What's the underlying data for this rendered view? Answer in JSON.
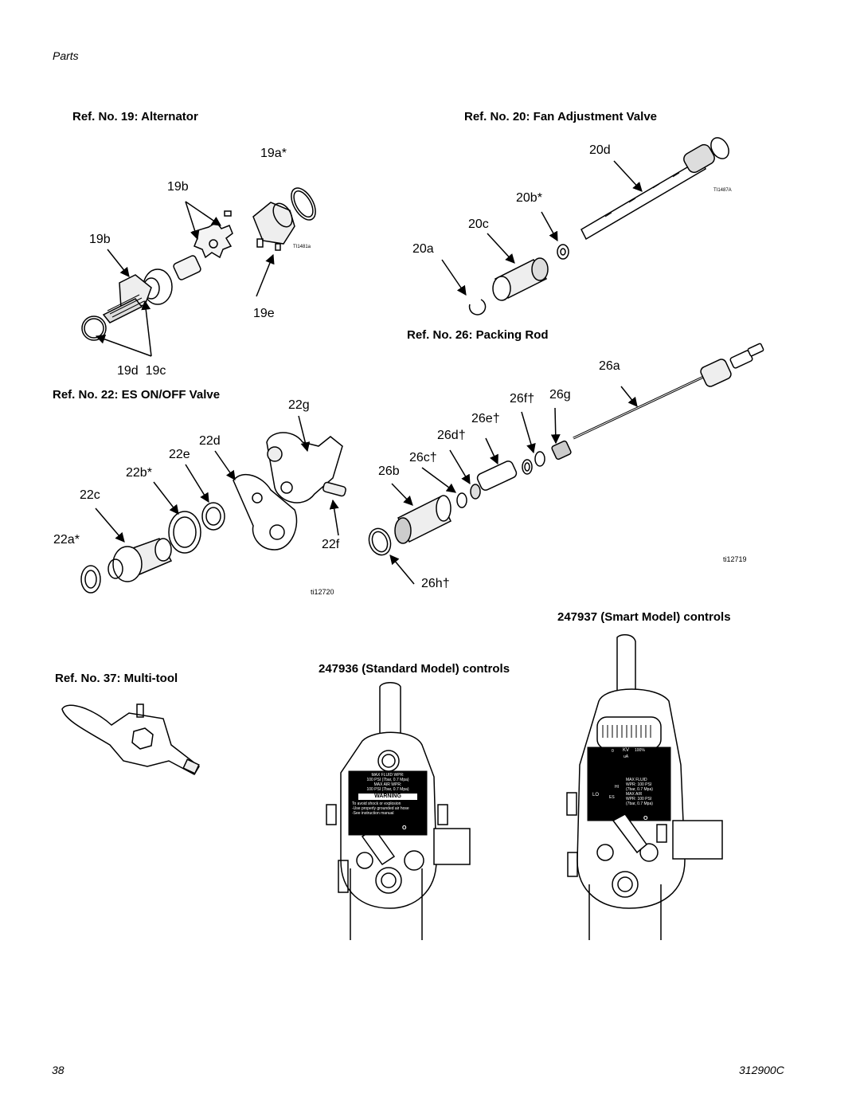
{
  "header": {
    "section": "Parts"
  },
  "sections": {
    "alternator": {
      "title": "Ref. No. 19: Alternator",
      "labels": {
        "19a": "19a*",
        "19b_upper": "19b",
        "19b_left": "19b",
        "19e": "19e",
        "19d_19c": "19d  19c"
      },
      "figure_id": "TI1481a"
    },
    "fan_valve": {
      "title": "Ref. No. 20: Fan Adjustment Valve",
      "labels": {
        "20d": "20d",
        "20b": "20b*",
        "20c": "20c",
        "20a": "20a"
      },
      "figure_id": "TI1487A"
    },
    "packing_rod": {
      "title": "Ref. No. 26: Packing Rod",
      "labels": {
        "26a": "26a",
        "26f": "26f†",
        "26g": "26g",
        "26e": "26e†",
        "26d": "26d†",
        "26c": "26c†",
        "26b": "26b",
        "26h": "26h†"
      },
      "figure_id": "ti12719"
    },
    "es_valve": {
      "title": "Ref. No. 22: ES ON/OFF Valve",
      "labels": {
        "22g": "22g",
        "22d": "22d",
        "22e": "22e",
        "22b": "22b*",
        "22c": "22c",
        "22a": "22a*",
        "22f": "22f"
      },
      "figure_id": "ti12720"
    },
    "smart_controls": {
      "title": "247937 (Smart Model) controls"
    },
    "standard_controls": {
      "title": "247936 (Standard Model) controls"
    },
    "multitool": {
      "title": "Ref. No. 37: Multi-tool"
    }
  },
  "panel_standard": {
    "line1": "MAX FLUID WPR:",
    "line2": "100 PSI (7bar, 0.7 Mpa)",
    "line3": "MAX AIR WPR:",
    "line4": "100 PSI (7bar, 0.7 Mpa)",
    "warning": "WARNING",
    "warn1": "To avoid shock or explosion",
    "warn2": "-Use properly grounded air hose",
    "warn3": "-See instruction manual",
    "o": "O"
  },
  "panel_smart": {
    "kv": "KV",
    "lo_hi_small": "0",
    "percent": "100%",
    "ua": "uA",
    "hi": "HI",
    "lo": "LO",
    "es": "ES",
    "mf": "MAX FLUID",
    "mf2": "WPR: 100 PSI",
    "mf3": "(7bar, 0.7 Mpa)",
    "ma": "MAX AIR",
    "ma2": "WPR: 100 PSI",
    "ma3": "(7bar, 0.7 Mpa)",
    "o": "O"
  },
  "footer": {
    "page": "38",
    "doc": "312900C"
  }
}
